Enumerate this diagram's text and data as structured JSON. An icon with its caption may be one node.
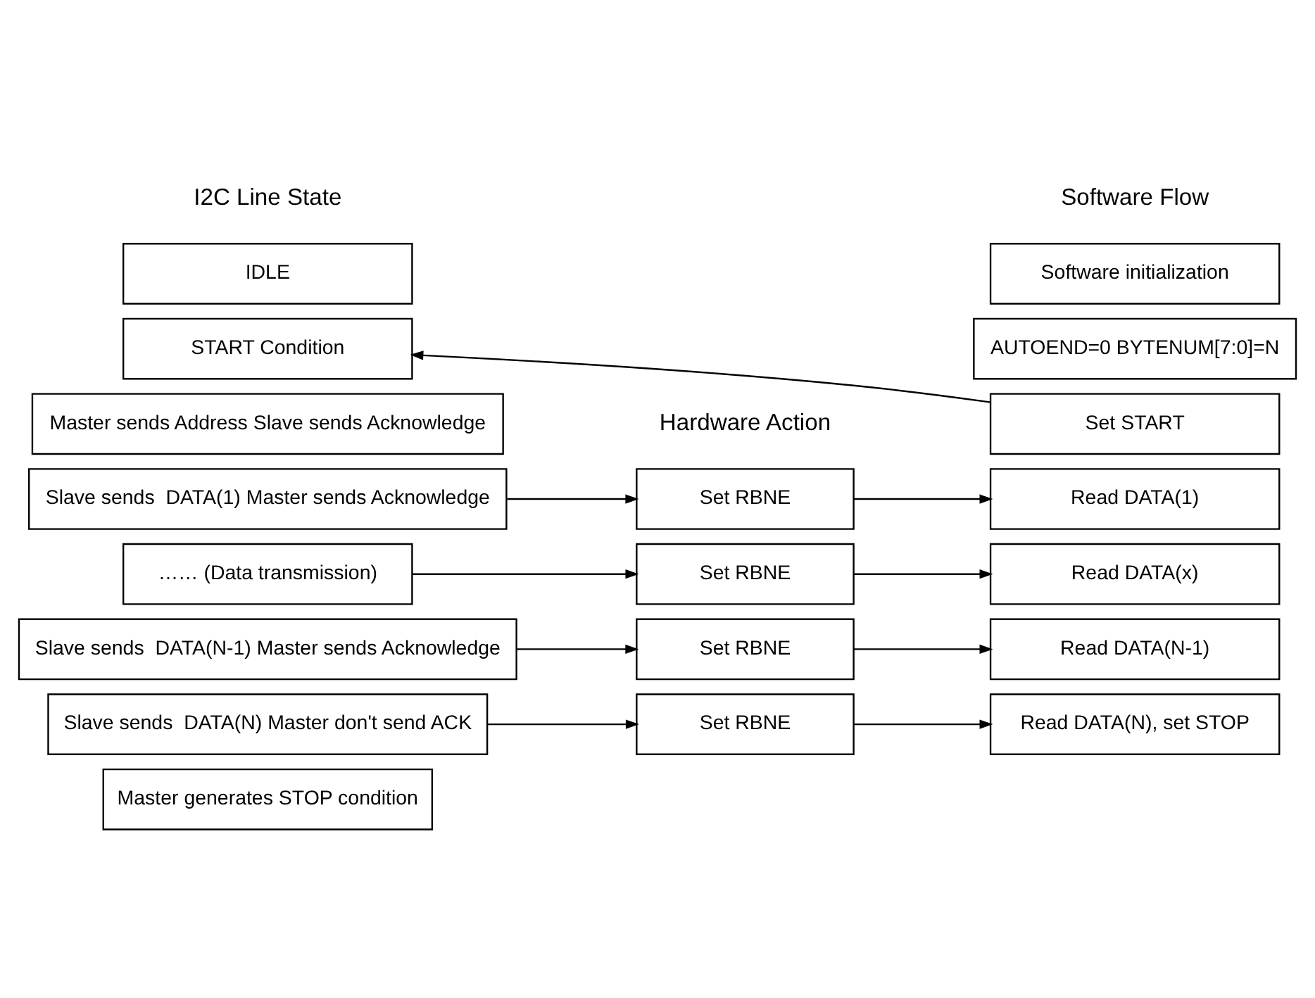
{
  "diagram": {
    "nodes": [
      {
        "text": [
          "IDLE"
        ]
      },
      {
        "text": [
          "START Condition"
        ]
      },
      {
        "text": [
          "Master sends Address Slave sends Acknowledge"
        ]
      },
      {
        "text": [
          "Slave sends  DATA(1) Master sends Acknowledge"
        ]
      },
      {
        "text": [
          "…… (Data transmission)"
        ]
      },
      {
        "text": [
          "Slave sends  DATA(N-1) Master sends Acknowledge"
        ]
      },
      {
        "text": [
          "Slave sends  DATA(N) Master don't send ACK"
        ]
      },
      {
        "text": [
          "Master generates STOP condition"
        ]
      },
      {
        "text": [
          "Set RBNE"
        ]
      },
      {
        "text": [
          "Set RBNE"
        ]
      },
      {
        "text": [
          "Set RBNE"
        ]
      },
      {
        "text": [
          "Set RBNE"
        ]
      },
      {
        "text": [
          "Software initialization"
        ]
      },
      {
        "text": [
          "AUTOEND=0 BYTENUM[7:0]=N"
        ]
      },
      {
        "text": [
          "Set START"
        ]
      },
      {
        "text": [
          "Read DATA(1)"
        ]
      },
      {
        "text": [
          "Read DATA(x)"
        ]
      },
      {
        "text": [
          "Read DATA(N-1)"
        ]
      },
      {
        "text": [
          "Read DATA(N), set STOP"
        ]
      }
    ],
    "edges": [
      {
        "from": 14,
        "to": 1,
        "arrow": "to"
      },
      {
        "from": 3,
        "to": 8,
        "arrow": "to"
      },
      {
        "from": 8,
        "to": 15,
        "arrow": "to"
      },
      {
        "from": 4,
        "to": 9,
        "arrow": "to"
      },
      {
        "from": 9,
        "to": 16,
        "arrow": "to"
      },
      {
        "from": 5,
        "to": 10,
        "arrow": "to"
      },
      {
        "from": 10,
        "to": 17,
        "arrow": "to"
      },
      {
        "from": 6,
        "to": 11,
        "arrow": "to"
      },
      {
        "from": 11,
        "to": 18,
        "arrow": "to"
      }
    ],
    "labels": [
      "I2C Line State",
      "Hardware Action",
      "Software Flow"
    ]
  }
}
